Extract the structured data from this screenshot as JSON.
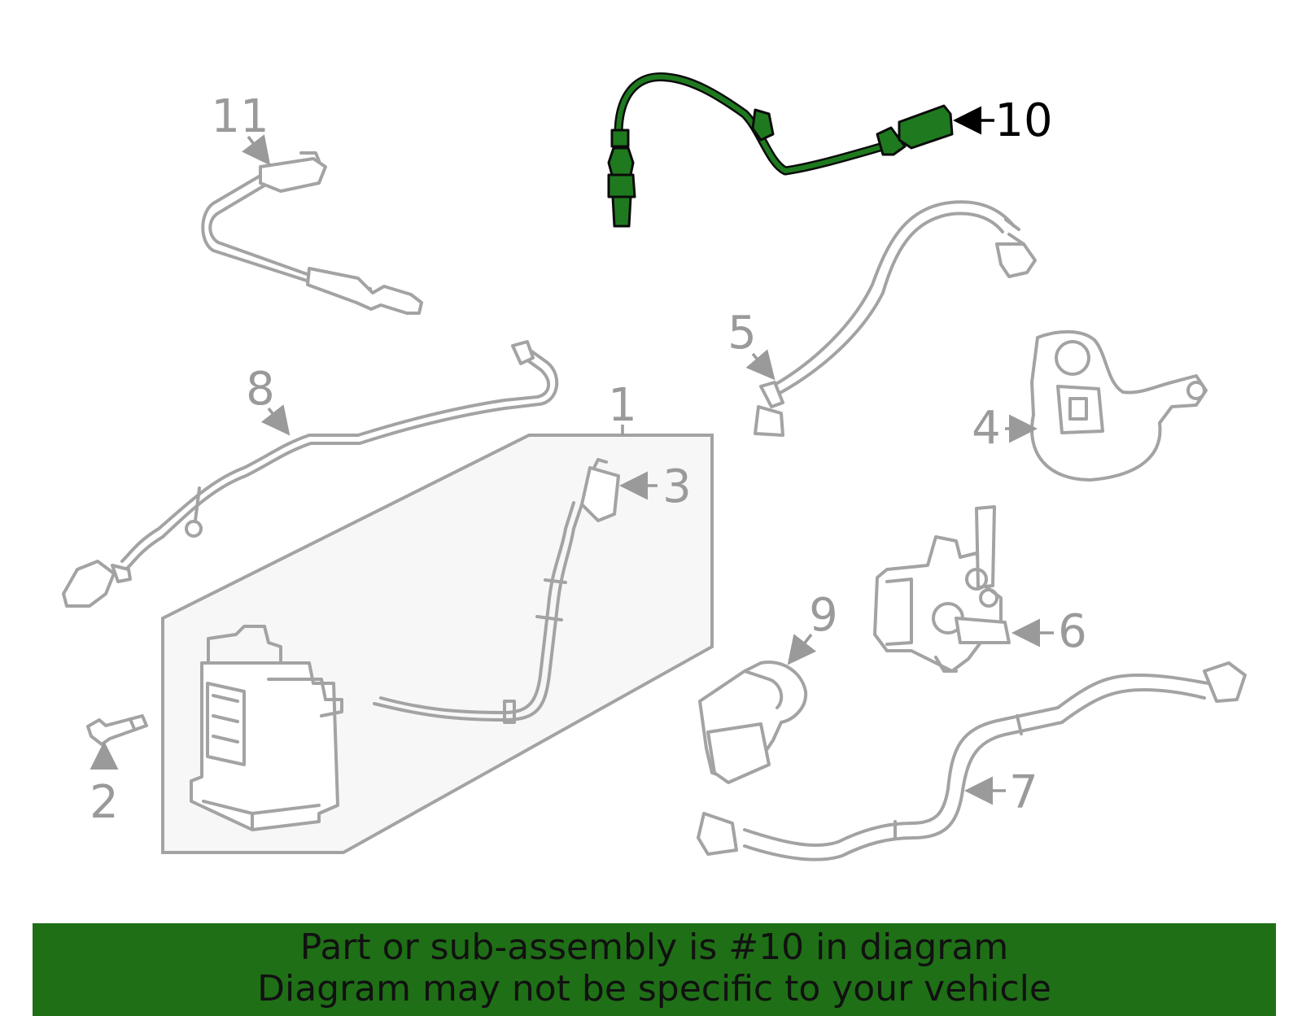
{
  "callouts": {
    "c1": "1",
    "c2": "2",
    "c3": "3",
    "c4": "4",
    "c5": "5",
    "c6": "6",
    "c7": "7",
    "c8": "8",
    "c9": "9",
    "c10": "10",
    "c11": "11"
  },
  "highlighted_part": "10",
  "colors": {
    "highlight": "#1f7a1f",
    "banner": "#1f6f16",
    "part_lines": "#a3a3a3"
  },
  "banner": {
    "line1": "Part or sub-assembly is #10 in diagram",
    "line2": "Diagram may not be specific to your vehicle"
  }
}
